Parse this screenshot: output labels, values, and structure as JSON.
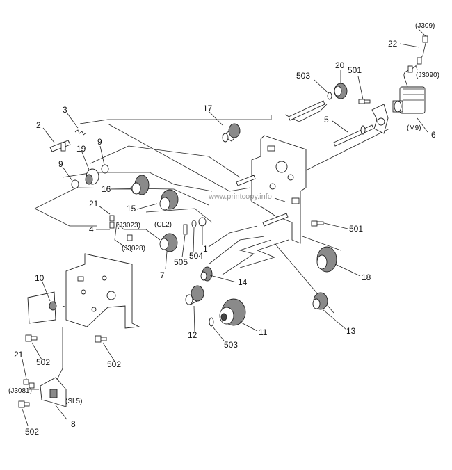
{
  "watermark": "www.printcopy.info",
  "callouts": {
    "c1": "1",
    "c2": "2",
    "c3": "3",
    "c4": "4",
    "c5": "5",
    "c6": "6",
    "c7": "7",
    "c8": "8",
    "c9a": "9",
    "c9b": "9",
    "c10": "10",
    "c11": "11",
    "c12": "12",
    "c13": "13",
    "c14": "14",
    "c15": "15",
    "c16": "16",
    "c17": "17",
    "c18": "18",
    "c19": "19",
    "c20": "20",
    "c21a": "21",
    "c21b": "21",
    "c22": "22",
    "c501a": "501",
    "c501b": "501",
    "c502a": "502",
    "c502b": "502",
    "c502c": "502",
    "c503a": "503",
    "c503b": "503",
    "c504": "504",
    "c505": "505"
  },
  "connectors": {
    "j309": "(J309)",
    "j3090": "(J3090)",
    "m9": "(M9)",
    "j3023": "(J3023)",
    "j3028": "(J3028)",
    "cl2": "(CL2)",
    "j3081": "(J3081)",
    "sl5": "(SL5)"
  },
  "icons": {
    "gear": "gear-icon",
    "screw": "screw-icon",
    "motor": "motor-icon",
    "connector": "connector-icon"
  }
}
